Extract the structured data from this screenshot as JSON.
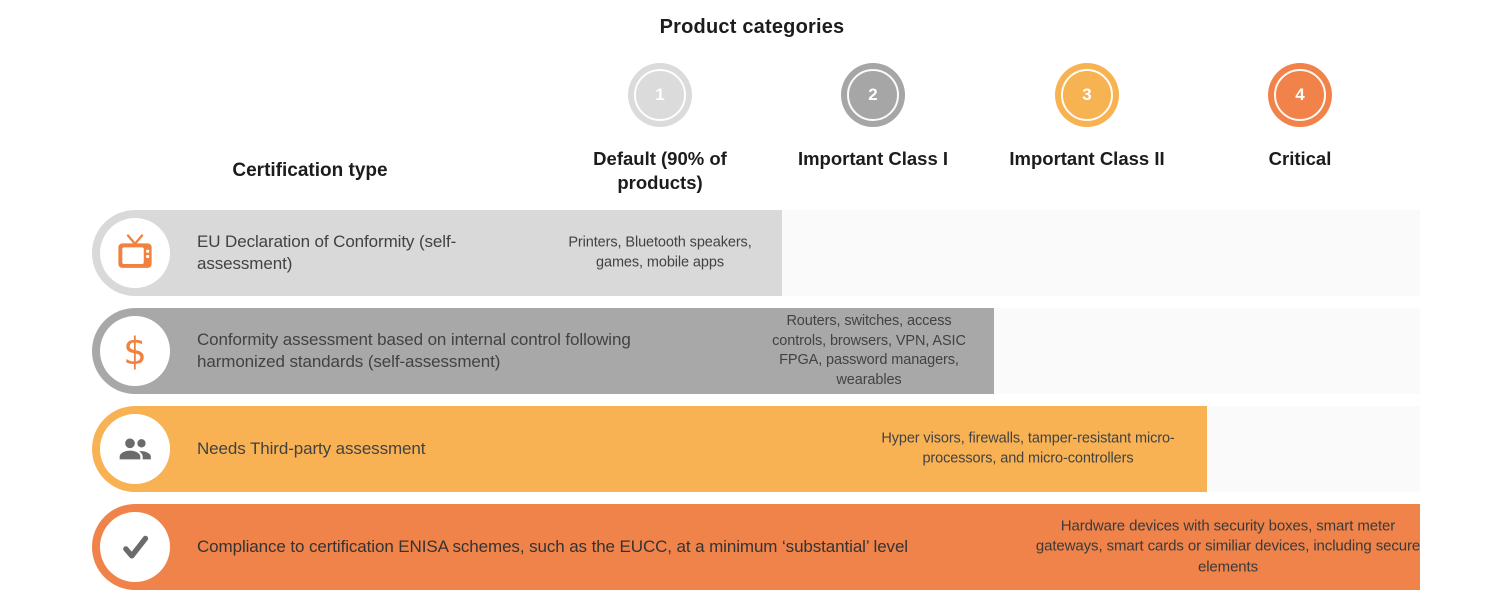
{
  "title": "Product categories",
  "header": {
    "certification_type": "Certification type",
    "categories": [
      {
        "number": "1",
        "label": "Default (90% of products)"
      },
      {
        "number": "2",
        "label": "Important Class I"
      },
      {
        "number": "3",
        "label": "Important Class II"
      },
      {
        "number": "4",
        "label": "Critical"
      }
    ]
  },
  "rows": [
    {
      "icon": "tv-icon",
      "level": 1,
      "label": "EU Declaration of Conformity (self-assessment)",
      "products": "Printers, Bluetooth speakers, games, mobile apps"
    },
    {
      "icon": "dollar-icon",
      "level": 2,
      "label": "Conformity assessment based on internal control following harmonized standards (self-assessment)",
      "products": "Routers, switches, access controls, browsers, VPN, ASIC FPGA, password managers, wearables"
    },
    {
      "icon": "people-icon",
      "level": 3,
      "label": "Needs Third-party assessment",
      "products": "Hyper visors, firewalls, tamper-resistant micro-processors, and micro-controllers"
    },
    {
      "icon": "check-icon",
      "level": 4,
      "label": "Compliance to certification ENISA schemes, such as the EUCC, at a minimum ‘substantial’ level",
      "products": "Hardware devices with security boxes, smart meter gateways, smart cards or similiar devices, including secure elements"
    }
  ],
  "colors": {
    "level1": "#d9d9d9",
    "level2": "#a8a8a8",
    "level3": "#f8b254",
    "level4": "#f0834a",
    "row_track": "#fafafa",
    "icon_orange": "#f0813e",
    "icon_gray": "#6b6b6b",
    "dollar_sign": "$"
  }
}
